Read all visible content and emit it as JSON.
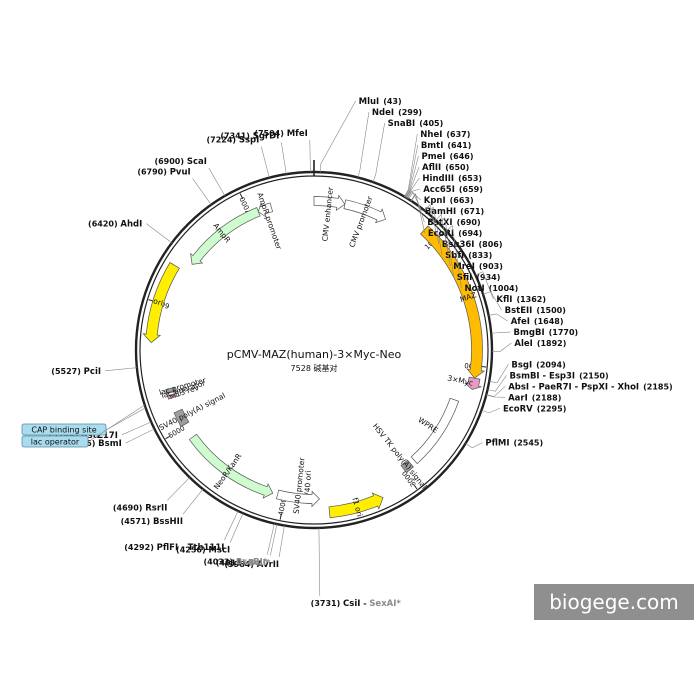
{
  "plasmid": {
    "name": "pCMV-MAZ(human)-3×Myc-Neo",
    "length": 7528,
    "length_label": "7528 碱基对",
    "ticks": [
      {
        "pos": 1000,
        "label": "1000"
      },
      {
        "pos": 2000,
        "label": "2000"
      },
      {
        "pos": 3000,
        "label": "3000"
      },
      {
        "pos": 4000,
        "label": "4000"
      },
      {
        "pos": 5000,
        "label": "5000"
      },
      {
        "pos": 6000,
        "label": "6000"
      },
      {
        "pos": 7000,
        "label": "7000"
      }
    ]
  },
  "colors": {
    "backbone": "#222222",
    "yellow": "#ffee00",
    "orange": "#ffbb00",
    "green": "#cffccf",
    "white": "#ffffff",
    "pink": "#e79ac2",
    "gray": "#9e9e9e",
    "feature_stroke": "#555555",
    "chip_fill": "#a9dcee",
    "chip_stroke": "#5a8aa0",
    "leader": "#888888",
    "watermark_bg": "#8f8f8f"
  },
  "features": [
    {
      "id": "cmv-enhancer",
      "label": "CMV enhancer",
      "start": 0,
      "end": 250,
      "ring": "inner",
      "color": "white",
      "arrow": true
    },
    {
      "id": "cmv-promoter",
      "label": "CMV promoter",
      "start": 250,
      "end": 600,
      "ring": "inner",
      "color": "white",
      "arrow": true
    },
    {
      "id": "maz",
      "label": "MAZ",
      "start": 890,
      "end": 2090,
      "ring": "outer",
      "color": "orange",
      "arrow": true
    },
    {
      "id": "3xmyc",
      "label": "3×Myc",
      "start": 2090,
      "end": 2175,
      "ring": "outer",
      "color": "pink",
      "arrow": true
    },
    {
      "id": "wpre",
      "label": "WPRE",
      "start": 2290,
      "end": 2880,
      "ring": "inner",
      "color": "white",
      "arrow": false
    },
    {
      "id": "hsv-tk-polya",
      "label": "HSV TK poly(A) signal",
      "start": 2920,
      "end": 2990,
      "ring": "inner",
      "color": "gray",
      "arrow": false
    },
    {
      "id": "f1-ori",
      "label": "f1 ori",
      "start": 3240,
      "end": 3650,
      "ring": "outer",
      "color": "yellow",
      "arrow": true,
      "reverse": true
    },
    {
      "id": "sv40-ori",
      "label": "SV40 ori",
      "start": 3770,
      "end": 3860,
      "ring": "inner",
      "color": "yellow",
      "arrow": false
    },
    {
      "id": "sv40-promoter",
      "label": "SV40 promoter",
      "start": 3720,
      "end": 4060,
      "ring": "inner",
      "color": "white",
      "arrow": true,
      "reverse": true
    },
    {
      "id": "neor-kanr",
      "label": "NeoR/KanR",
      "start": 4100,
      "end": 4900,
      "ring": "inner",
      "color": "green",
      "arrow": true,
      "reverse": true
    },
    {
      "id": "sv40-polya",
      "label": "SV40 poly(A) signal",
      "start": 5020,
      "end": 5140,
      "ring": "inner",
      "color": "gray",
      "arrow": false
    },
    {
      "id": "m13-rev",
      "label": "M13 rev",
      "start": 5255,
      "end": 5280,
      "ring": "inner",
      "color": "pink",
      "arrow": false
    },
    {
      "id": "lac-operator",
      "label": "lac operator",
      "start": 5282,
      "end": 5300,
      "ring": "inner",
      "color": "white",
      "arrow": false
    },
    {
      "id": "lac-promoter",
      "label": "lac promoter",
      "start": 5305,
      "end": 5333,
      "ring": "inner",
      "color": "gray",
      "arrow": false
    },
    {
      "id": "ori",
      "label": "ori",
      "start": 5700,
      "end": 6300,
      "ring": "outer",
      "color": "yellow",
      "arrow": true,
      "reverse": true
    },
    {
      "id": "ampr",
      "label": "AmpR",
      "start": 6380,
      "end": 7070,
      "ring": "inner",
      "color": "green",
      "arrow": true,
      "reverse": true
    },
    {
      "id": "ampr-promoter",
      "label": "AmpR promoter",
      "start": 7070,
      "end": 7180,
      "ring": "inner",
      "color": "white",
      "arrow": true,
      "reverse": true
    }
  ],
  "chips": [
    {
      "id": "cap-binding-site",
      "label": "CAP binding site",
      "pos": 5250
    },
    {
      "id": "lac-operator-chip",
      "label": "lac operator",
      "pos": 5270
    }
  ],
  "sites": [
    {
      "id": "mlui",
      "name": "MluI",
      "pos": "(43)",
      "bp": 43,
      "side": "right"
    },
    {
      "id": "ndei",
      "name": "NdeI",
      "pos": "(299)",
      "bp": 299,
      "side": "right"
    },
    {
      "id": "snabi",
      "name": "SnaBI",
      "pos": "(405)",
      "bp": 405,
      "side": "right"
    },
    {
      "id": "nhei",
      "name": "NheI",
      "pos": "(637)",
      "bp": 637,
      "side": "right"
    },
    {
      "id": "bmti",
      "name": "BmtI",
      "pos": "(641)",
      "bp": 641,
      "side": "right"
    },
    {
      "id": "pmei",
      "name": "PmeI",
      "pos": "(646)",
      "bp": 646,
      "side": "right"
    },
    {
      "id": "aflii",
      "name": "AflII",
      "pos": "(650)",
      "bp": 650,
      "side": "right"
    },
    {
      "id": "hindiii",
      "name": "HindIII",
      "pos": "(653)",
      "bp": 653,
      "side": "right"
    },
    {
      "id": "acc65i",
      "name": "Acc65I",
      "pos": "(659)",
      "bp": 659,
      "side": "right"
    },
    {
      "id": "kpni",
      "name": "KpnI",
      "pos": "(663)",
      "bp": 663,
      "side": "right"
    },
    {
      "id": "bamhi",
      "name": "BamHI",
      "pos": "(671)",
      "bp": 671,
      "side": "right"
    },
    {
      "id": "bstxi",
      "name": "BstXI",
      "pos": "(690)",
      "bp": 690,
      "side": "right"
    },
    {
      "id": "ecori",
      "name": "EcoRI",
      "pos": "(694)",
      "bp": 694,
      "side": "right"
    },
    {
      "id": "bsu36i",
      "name": "Bsu36I",
      "pos": "(806)",
      "bp": 806,
      "side": "right"
    },
    {
      "id": "sbfi",
      "name": "SbfI",
      "pos": "(833)",
      "bp": 833,
      "side": "right"
    },
    {
      "id": "mrei",
      "name": "MreI",
      "pos": "(903)",
      "bp": 903,
      "side": "right"
    },
    {
      "id": "sfii",
      "name": "SfiI",
      "pos": "(934)",
      "bp": 934,
      "side": "right"
    },
    {
      "id": "noti",
      "name": "NotI",
      "pos": "(1004)",
      "bp": 1004,
      "side": "right"
    },
    {
      "id": "kfli",
      "name": "KflI",
      "pos": "(1362)",
      "bp": 1362,
      "side": "right"
    },
    {
      "id": "bsteii",
      "name": "BstEII",
      "pos": "(1500)",
      "bp": 1500,
      "side": "right"
    },
    {
      "id": "afei",
      "name": "AfeI",
      "pos": "(1648)",
      "bp": 1648,
      "side": "right"
    },
    {
      "id": "bmgbi",
      "name": "BmgBI",
      "pos": "(1770)",
      "bp": 1770,
      "side": "right"
    },
    {
      "id": "alei",
      "name": "AleI",
      "pos": "(1892)",
      "bp": 1892,
      "side": "right"
    },
    {
      "id": "bsgi",
      "name": "BsgI",
      "pos": "(2094)",
      "bp": 2094,
      "side": "right"
    },
    {
      "id": "bsmbi-esp3i",
      "name": "BsmBI - Esp3I",
      "pos": "(2150)",
      "bp": 2150,
      "side": "right"
    },
    {
      "id": "absi-group",
      "name": "AbsI - PaeR7I - PspXI - XhoI",
      "pos": "(2185)",
      "bp": 2185,
      "side": "right"
    },
    {
      "id": "aari",
      "name": "AarI",
      "pos": "(2188)",
      "bp": 2188,
      "side": "right"
    },
    {
      "id": "ecorv",
      "name": "EcoRV",
      "pos": "(2295)",
      "bp": 2295,
      "side": "right"
    },
    {
      "id": "pflmi",
      "name": "PflMI",
      "pos": "(2545)",
      "bp": 2545,
      "side": "right"
    },
    {
      "id": "csii-sexai",
      "name": "CsiI",
      "name2": "SexAI*",
      "pos": "(3731)",
      "bp": 3731,
      "side": "left"
    },
    {
      "id": "avrii",
      "name": "AvrII",
      "pos": "(3964)",
      "bp": 3964,
      "side": "left"
    },
    {
      "id": "bcli",
      "name": "BclI*",
      "pos": "(4015)",
      "bp": 4015,
      "side": "left",
      "dim": true
    },
    {
      "id": "bsabi",
      "name": "BsaBI*",
      "pos": "(4033)",
      "bp": 4033,
      "side": "left",
      "dim": true
    },
    {
      "id": "msci",
      "name": "MscI",
      "pos": "(4256)",
      "bp": 4256,
      "side": "left"
    },
    {
      "id": "pflfi-tth111i",
      "name": "PflFI - Tth111I",
      "pos": "(4292)",
      "bp": 4292,
      "side": "left"
    },
    {
      "id": "bsshii",
      "name": "BssHII",
      "pos": "(4571)",
      "bp": 4571,
      "side": "left"
    },
    {
      "id": "rsrii",
      "name": "RsrII",
      "pos": "(4690)",
      "bp": 4690,
      "side": "left"
    },
    {
      "id": "bsmi",
      "name": "BsmI",
      "pos": "(5096)",
      "bp": 5096,
      "side": "left"
    },
    {
      "id": "bstz17i",
      "name": "BstZ17I",
      "pos": "(5148)",
      "bp": 5148,
      "side": "left"
    },
    {
      "id": "pcii",
      "name": "PciI",
      "pos": "(5527)",
      "bp": 5527,
      "side": "left"
    },
    {
      "id": "ahdi",
      "name": "AhdI",
      "pos": "(6420)",
      "bp": 6420,
      "side": "left"
    },
    {
      "id": "pvui",
      "name": "PvuI",
      "pos": "(6790)",
      "bp": 6790,
      "side": "left"
    },
    {
      "id": "scai",
      "name": "ScaI",
      "pos": "(6900)",
      "bp": 6900,
      "side": "left"
    },
    {
      "id": "sspi",
      "name": "SspI",
      "pos": "(7224)",
      "bp": 7224,
      "side": "left"
    },
    {
      "id": "sgrdi",
      "name": "SgrDI",
      "pos": "(7341)",
      "bp": 7341,
      "side": "left"
    },
    {
      "id": "mfei",
      "name": "MfeI",
      "pos": "(7504)",
      "bp": 7504,
      "side": "left"
    }
  ],
  "watermark": "biogege.com"
}
